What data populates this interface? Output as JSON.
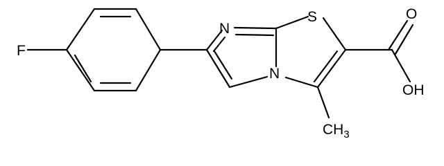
{
  "molecule": {
    "atoms": {
      "fluorine": "F",
      "nitrogen_imine": "N",
      "nitrogen_bridge": "N",
      "sulfur": "S",
      "carbonyl_oxygen": "O",
      "hydroxyl": "OH",
      "methyl_c": "CH",
      "methyl_sub": "3"
    }
  }
}
